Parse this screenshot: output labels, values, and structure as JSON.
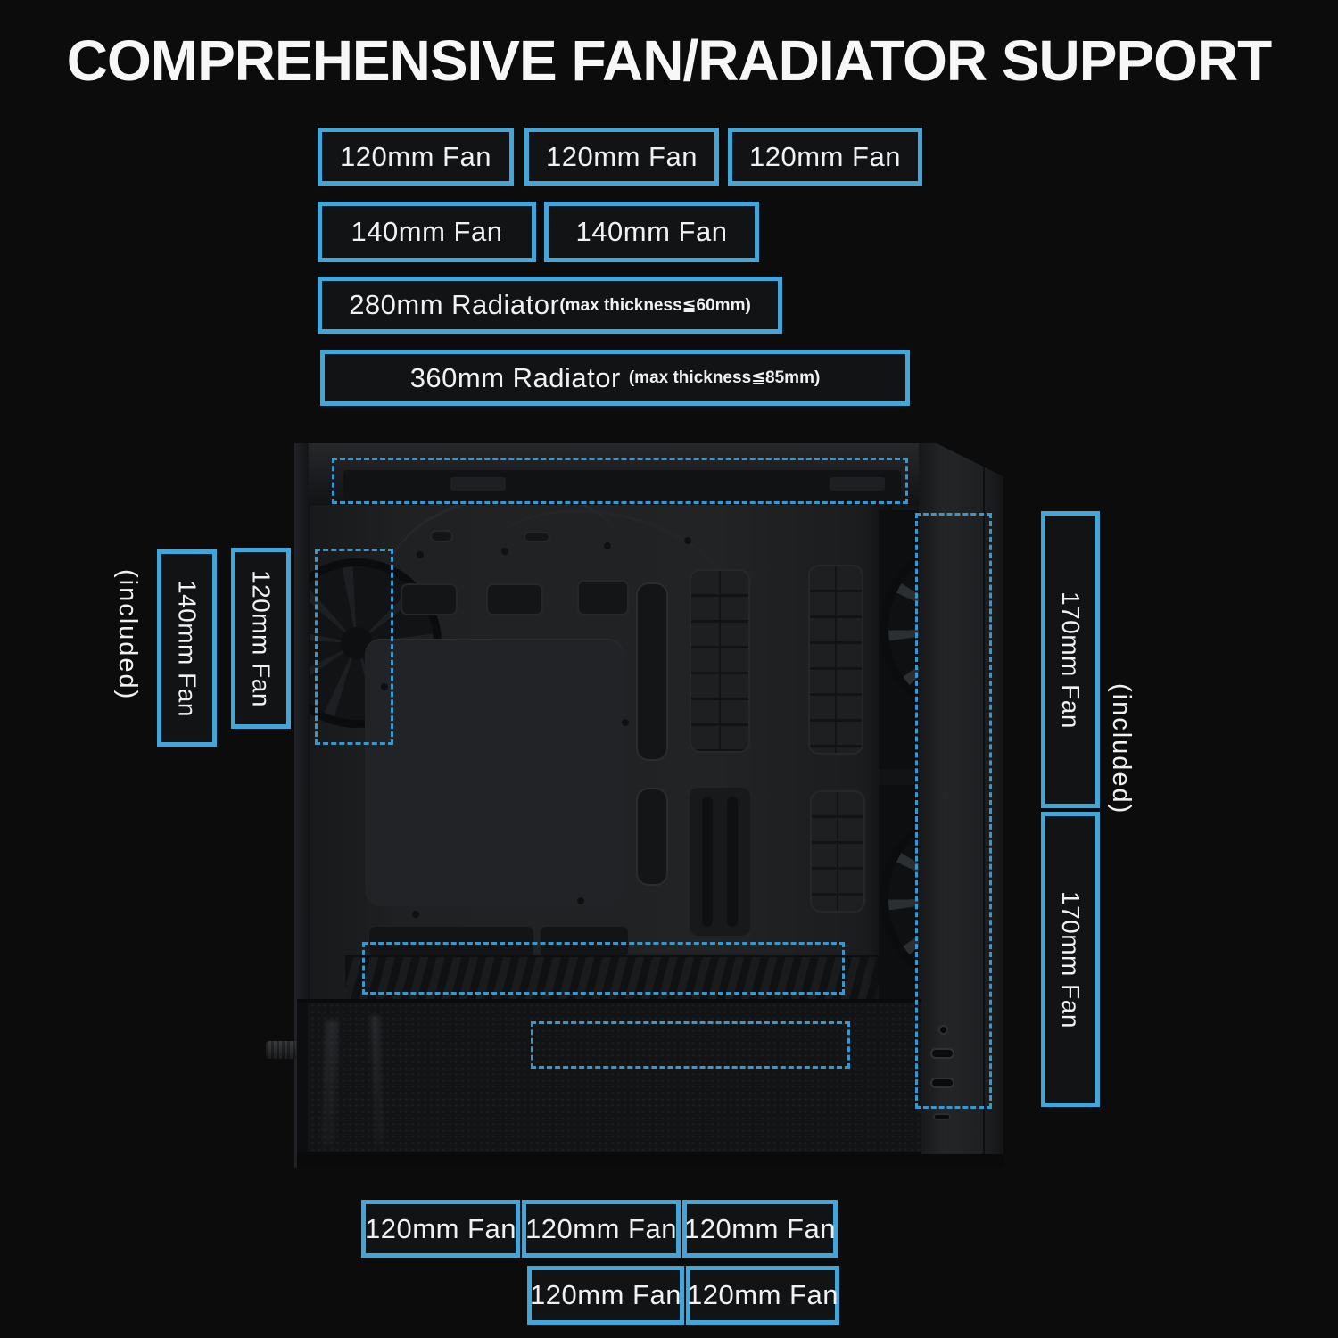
{
  "title": "COMPREHENSIVE FAN/RADIATOR SUPPORT",
  "colors": {
    "accent": "#43A6D9",
    "dashed": "#3A97CC",
    "background": "#0C0C0D",
    "text": "#F1F1F1"
  },
  "top_labels": {
    "row1": [
      "120mm Fan",
      "120mm Fan",
      "120mm Fan"
    ],
    "row2": [
      "140mm Fan",
      "140mm Fan"
    ],
    "radiator_280": {
      "main": "280mm Radiator",
      "note": "(max thickness≦60mm)"
    },
    "radiator_360": {
      "main": "360mm Radiator",
      "note": "(max thickness≦85mm)"
    }
  },
  "left_labels": {
    "note": "(included)",
    "fan_140": "140mm Fan",
    "fan_120": "120mm Fan"
  },
  "right_labels": {
    "fan_170_top": "170mm Fan",
    "fan_170_bottom": "170mm Fan",
    "note": "(included)"
  },
  "bottom_labels": {
    "row1": [
      "120mm Fan",
      "120mm Fan",
      "120mm Fan"
    ],
    "row2": [
      "120mm Fan",
      "120mm Fan"
    ]
  },
  "case": {
    "dashed_zones": [
      "top-fan-zone",
      "rear-fan-zone",
      "front-fan-zone",
      "bottom-fan-zone",
      "psu-shroud-fan-zone"
    ]
  }
}
